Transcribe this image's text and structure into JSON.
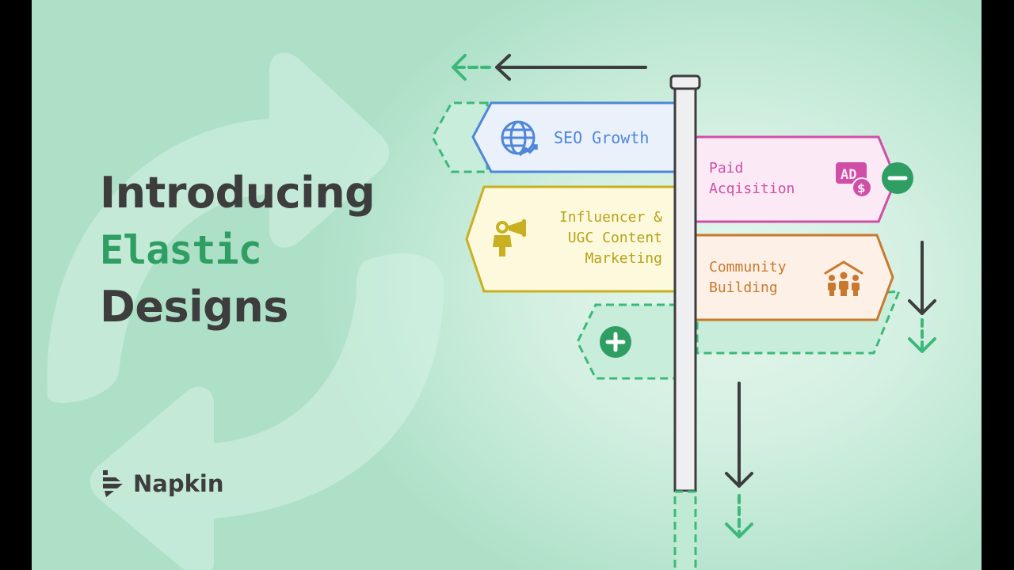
{
  "headline": {
    "line1": "Introducing",
    "line2": "Elastic",
    "line3": "Designs"
  },
  "brand": {
    "name": "Napkin",
    "logo_icon": "napkin-stripes-logo-icon"
  },
  "signpost": {
    "signs": [
      {
        "label": "SEO Growth",
        "icon": "globe-growth-icon",
        "direction": "left",
        "color": "#4f86d9",
        "fill": "#eaf1fb"
      },
      {
        "label": "Paid Acqisition",
        "lines": [
          "Paid",
          "Acqisition"
        ],
        "icon": "ad-dollar-icon",
        "direction": "right",
        "color": "#cf4fa6",
        "fill": "#fbe9f5"
      },
      {
        "label": "Influencer & UGC Content Marketing",
        "lines": [
          "Influencer &",
          "UGC Content",
          "Marketing"
        ],
        "icon": "person-megaphone-icon",
        "direction": "left",
        "color": "#c8b020",
        "fill": "#fdf9dc"
      },
      {
        "label": "Community Building",
        "lines": [
          "Community",
          "Building"
        ],
        "icon": "community-house-icon",
        "direction": "right",
        "color": "#c8792e",
        "fill": "#fdf0e6"
      }
    ],
    "add_button_icon": "plus-circle-icon",
    "remove_button_icon": "minus-circle-icon"
  },
  "colors": {
    "accent_green": "#2f9e63",
    "dashed_green": "#3cb97a",
    "dark_text": "#3d3d3d",
    "background": "#c6ecd9"
  }
}
